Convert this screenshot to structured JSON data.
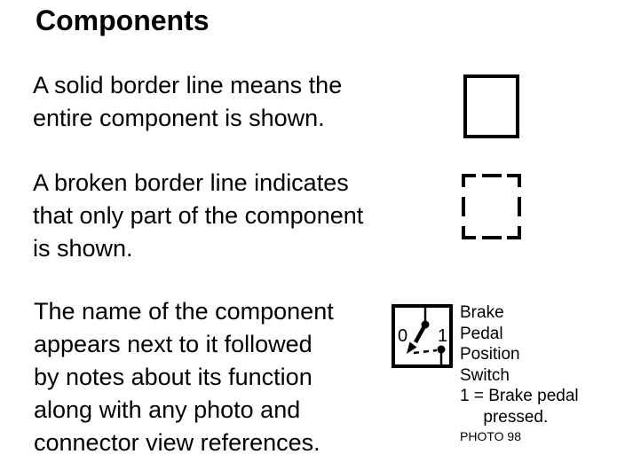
{
  "colors": {
    "ink": "#000000",
    "paper": "#ffffff"
  },
  "title": "Components",
  "legend": {
    "solid_border": {
      "text": "A solid border line means the\nentire component is shown."
    },
    "broken_border": {
      "text": "A broken border line indicates\nthat only part of the component\nis shown."
    },
    "component_name": {
      "text": "The name of the component\nappears next to it followed\nby notes about its function\nalong with any photo and\nconnector view references."
    }
  },
  "switch_symbol": {
    "position_off_label": "0",
    "position_on_label": "1"
  },
  "component_example": {
    "label": "Brake\nPedal\nPosition\nSwitch\n1 = Brake pedal\n     pressed.",
    "photo_ref": "PHOTO 98"
  }
}
